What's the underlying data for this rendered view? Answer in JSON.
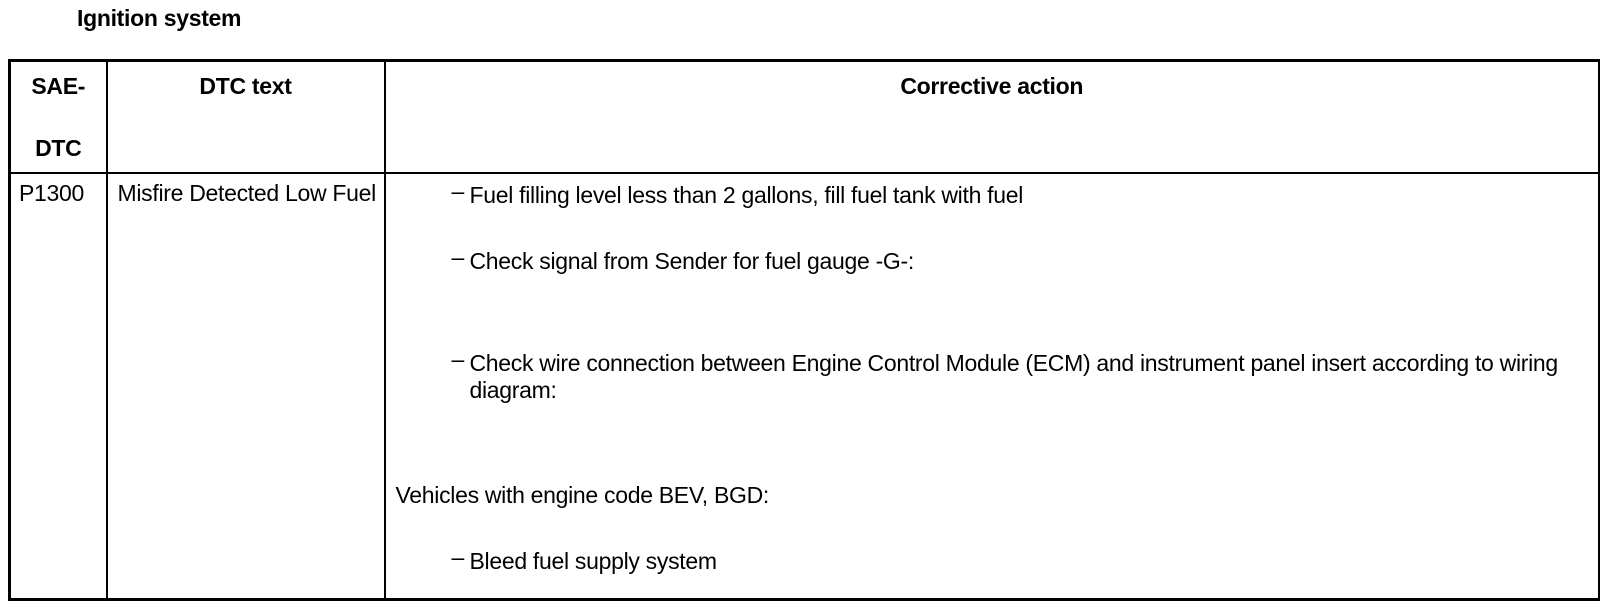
{
  "page": {
    "section_title": "Ignition system"
  },
  "table": {
    "headers": {
      "sae_line1": "SAE-",
      "sae_line2": "DTC",
      "dtc_text": "DTC text",
      "corrective_action": "Corrective action"
    },
    "rows": [
      {
        "code": "P1300",
        "dtc_text": "Misfire Detected Low Fuel",
        "dash": "–",
        "action_1": "Fuel filling level less than 2 gallons, fill fuel tank with fuel",
        "action_2": "Check signal from Sender for fuel gauge -G-:",
        "action_3": "Check wire connection between Engine Control Module (ECM) and instrument panel insert according to wiring diagram:",
        "vehicles_note": "Vehicles with engine code BEV, BGD:",
        "action_4": "Bleed fuel supply system"
      }
    ]
  }
}
